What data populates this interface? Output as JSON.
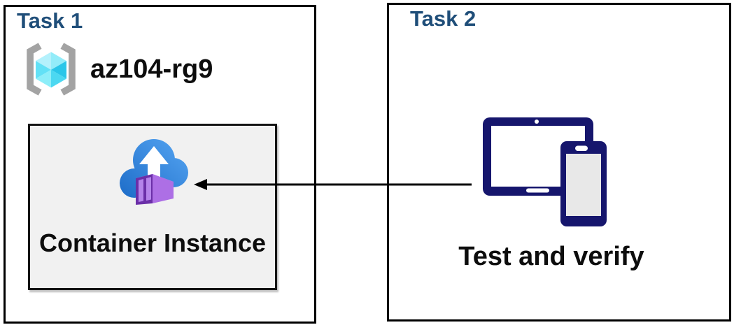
{
  "diagram": {
    "task1": {
      "title": "Task 1",
      "resource_group": {
        "name": "az104-rg9",
        "icon": "azure-resource-group-icon"
      },
      "container_panel": {
        "label": "Container Instance",
        "icon": "azure-container-instances-icon"
      }
    },
    "task2": {
      "title": "Task 2",
      "caption": "Test and verify",
      "icon": "tablet-and-phone-icon"
    },
    "arrow": {
      "from": "tablet-and-phone-icon",
      "to": "azure-container-instances-icon",
      "direction": "right-to-left"
    }
  },
  "colors": {
    "title_blue": "#1F4E79",
    "text_black": "#0D0D0D",
    "box_border": "#000000",
    "panel_background": "#F1F1F1",
    "device_navy": "#16166D",
    "device_screen_gray": "#E8E8E8",
    "cloud_blue_dark": "#1D6CC8",
    "cloud_blue_light": "#55A5F2",
    "container_purple_frame": "#6B2FA8",
    "container_purple_panel": "#B583EA",
    "container_purple_right": "#AD6FE5",
    "container_purple_top": "#C9A2F2",
    "cube_top_cyan": "#A8EEFB",
    "cube_left_cyan": "#62E1F6",
    "cube_right_cyan": "#2AC6E9",
    "bracket_gray": "#A3A3A3",
    "arrow_black": "#000000"
  }
}
